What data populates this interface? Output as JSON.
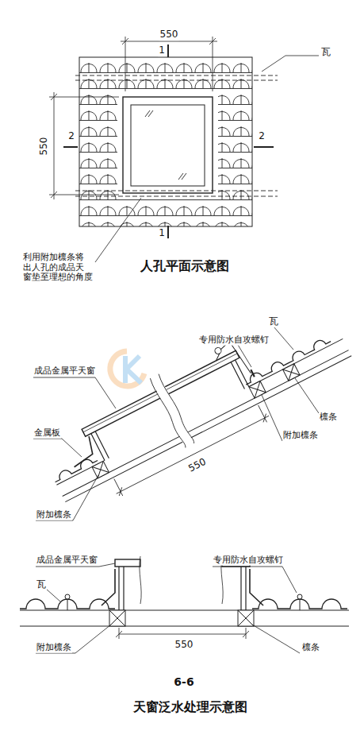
{
  "diagram": {
    "caption": "天窗泛水处理示意图",
    "labels": [
      "550",
      "1",
      "瓦",
      "550",
      "2",
      "2",
      "1",
      "利用附加檩条将 出人孔的成品天 窗垫至理想的角度",
      "人孔平面示意图",
      "瓦",
      "专用防水自攻螺钉",
      "成品金属平天窗",
      "檩条",
      "附加檩条",
      "金属板",
      "550",
      "附加檩条",
      "成品金属平天窗",
      "专用防水自攻螺钉",
      "瓦",
      "附加檩条",
      "550",
      "檩条",
      "6-6"
    ]
  }
}
